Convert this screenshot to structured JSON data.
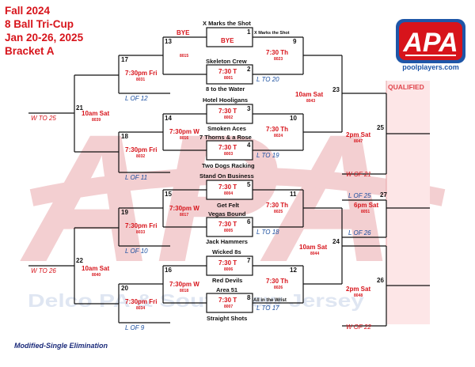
{
  "title_lines": [
    "Fall 2024",
    "8 Ball Tri-Cup",
    "Jan 20-26, 2025",
    "Bracket A"
  ],
  "logo": {
    "letters": "APA",
    "url": "poolplayers.com",
    "colors": {
      "red": "#d7141b",
      "blue": "#1e56a8"
    }
  },
  "watermark": {
    "letters": "APA",
    "text": "Delco PA & South New Jersey"
  },
  "qualified_label": "QUALIFIED",
  "footer": "Modified-Single Elimination",
  "teams": {
    "t1": "X Marks the Shot",
    "t2": "Skeleton Crew",
    "t3": "8 to the Water",
    "t4": "Hotel Hooligans",
    "t5": "Smoken Aces",
    "t6": "7 Thorns & a Rose",
    "t7": "Two Dogs Racking",
    "t8": "Stand On Business",
    "t9": "Get Felt",
    "t10": "Vegas Bound",
    "t11": "Jack Hammers",
    "t12": "Wicked 8s",
    "t13": "Red Devils",
    "t14": "Area 51",
    "t15": "Straight Shots",
    "small_top": "X Marks the Shot",
    "small_bottom": "All in the Wrist"
  },
  "bye": {
    "top": "BYE",
    "box": "BYE"
  },
  "matches": {
    "m1": {
      "num": "1"
    },
    "m2": {
      "num": "2",
      "time": "7:30 T",
      "code": "8001"
    },
    "m3": {
      "num": "3",
      "time": "7:30 T",
      "code": "8002"
    },
    "m4": {
      "num": "4",
      "time": "7:30 T",
      "code": "8003"
    },
    "m5": {
      "num": "5",
      "time": "7:30 T",
      "code": "8004"
    },
    "m6": {
      "num": "6",
      "time": "7:30 T",
      "code": "8005"
    },
    "m7": {
      "num": "7",
      "time": "7:30 T",
      "code": "8006"
    },
    "m8": {
      "num": "8",
      "time": "7:30 T",
      "code": "8007"
    },
    "m9": {
      "num": "9",
      "time": "7:30 Th",
      "code": "8023"
    },
    "m10": {
      "num": "10",
      "time": "7:30 Th",
      "code": "8024"
    },
    "m11": {
      "num": "11",
      "time": "7:30 Th",
      "code": "8025"
    },
    "m12": {
      "num": "12",
      "time": "7:30 Th",
      "code": "8026"
    },
    "m13": {
      "num": "13",
      "code": "8015"
    },
    "m14": {
      "num": "14",
      "time": "7:30pm W",
      "code": "8016"
    },
    "m15": {
      "num": "15",
      "time": "7:30pm W",
      "code": "8017"
    },
    "m16": {
      "num": "16",
      "time": "7:30pm W",
      "code": "8018"
    },
    "m17": {
      "num": "17",
      "time": "7:30pm Fri",
      "code": "8031"
    },
    "m18": {
      "num": "18",
      "time": "7:30pm Fri",
      "code": "8032"
    },
    "m19": {
      "num": "19",
      "time": "7:30pm Fri",
      "code": "8033"
    },
    "m20": {
      "num": "20",
      "time": "7:30pm Fri",
      "code": "8034"
    },
    "m21": {
      "num": "21",
      "time": "10am Sat",
      "code": "8039"
    },
    "m22": {
      "num": "22",
      "time": "10am Sat",
      "code": "8040"
    },
    "m23": {
      "num": "23",
      "time": "10am Sat",
      "code": "8043"
    },
    "m24": {
      "num": "24",
      "time": "10am Sat",
      "code": "8044"
    },
    "m25": {
      "num": "25",
      "time": "2pm Sat",
      "code": "8047"
    },
    "m26": {
      "num": "26",
      "time": "2pm Sat",
      "code": "8048"
    },
    "m27": {
      "num": "27",
      "time": "6pm Sat",
      "code": "8051"
    }
  },
  "routes": {
    "lof12": "L OF 12",
    "lto20": "L TO 20",
    "lto19": "L TO 19",
    "lof11": "L OF 11",
    "lto18": "L TO 18",
    "lof10": "L OF 10",
    "lto17": "L TO 17",
    "lof9": "L OF 9",
    "lof25": "L OF 25",
    "lof26": "L OF 26",
    "wto25": "W TO 25",
    "wto26": "W TO 26",
    "wof21": "W OF 21",
    "wof22": "W OF 22"
  }
}
